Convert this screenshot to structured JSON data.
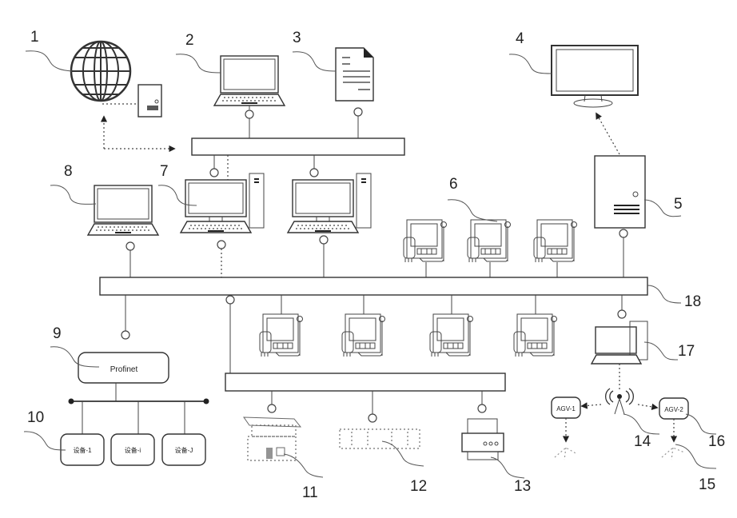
{
  "diagram": {
    "type": "network-architecture",
    "labels": {
      "n1": "1",
      "n2": "2",
      "n3": "3",
      "n4": "4",
      "n5": "5",
      "n6": "6",
      "n7": "7",
      "n8": "8",
      "n9": "9",
      "n10": "10",
      "n11": "11",
      "n12": "12",
      "n13": "13",
      "n14": "14",
      "n15": "15",
      "n16": "16",
      "n17": "17",
      "n18": "18"
    },
    "profinet": {
      "label": "Profinet"
    },
    "field_devices": [
      {
        "label": "设备-1"
      },
      {
        "label": "设备-i"
      },
      {
        "label": "设备-J"
      }
    ],
    "agvs": [
      {
        "label": "AGV-1"
      },
      {
        "label": "AGV-2"
      }
    ],
    "components": [
      {
        "id": "1",
        "name": "internet-globe"
      },
      {
        "id": "2",
        "name": "laptop"
      },
      {
        "id": "3",
        "name": "document"
      },
      {
        "id": "4",
        "name": "monitor-display"
      },
      {
        "id": "5",
        "name": "server"
      },
      {
        "id": "6",
        "name": "machine-terminals"
      },
      {
        "id": "7",
        "name": "desktop-workstation"
      },
      {
        "id": "8",
        "name": "laptop-workstation"
      },
      {
        "id": "9",
        "name": "profinet-gateway"
      },
      {
        "id": "10",
        "name": "field-devices"
      },
      {
        "id": "11",
        "name": "cnc-machine"
      },
      {
        "id": "12",
        "name": "plc-rack"
      },
      {
        "id": "13",
        "name": "printer"
      },
      {
        "id": "14",
        "name": "wireless-access-point"
      },
      {
        "id": "15",
        "name": "agv-robot"
      },
      {
        "id": "16",
        "name": "agv-controller"
      },
      {
        "id": "17",
        "name": "agv-control-pc"
      },
      {
        "id": "18",
        "name": "main-network-bus"
      }
    ]
  }
}
